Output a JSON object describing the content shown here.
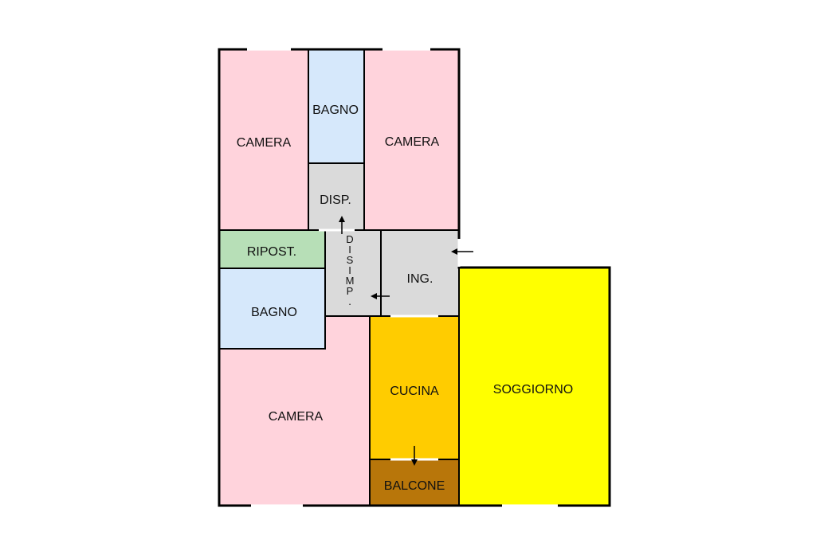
{
  "colors": {
    "camera": "#ffd3dc",
    "bagno": "#d6e8fb",
    "corridor": "#dadada",
    "ripostiglio": "#b7dfb7",
    "cucina": "#ffcc00",
    "balcone": "#b8760a",
    "soggiorno": "#ffff00",
    "walls": "#000000"
  },
  "rooms": {
    "camera_top_left": "CAMERA",
    "bagno_top": "BAGNO",
    "camera_top_right": "CAMERA",
    "disp": "DISP.",
    "ripost": "RIPOST.",
    "disimp": "D I S I M P .",
    "ing": "ING.",
    "bagno_left": "BAGNO",
    "camera_bottom": "CAMERA",
    "cucina": "CUCINA",
    "soggiorno": "SOGGIORNO",
    "balcone": "BALCONE"
  },
  "disimp_letters": [
    "D",
    "I",
    "S",
    "I",
    "M",
    "P",
    "."
  ],
  "icons": {
    "entrance_arrow": "arrow-left-icon",
    "disimp_arrow_up": "arrow-up-icon",
    "disimp_arrow_left": "arrow-left-icon",
    "balcone_arrow": "arrow-down-icon"
  }
}
